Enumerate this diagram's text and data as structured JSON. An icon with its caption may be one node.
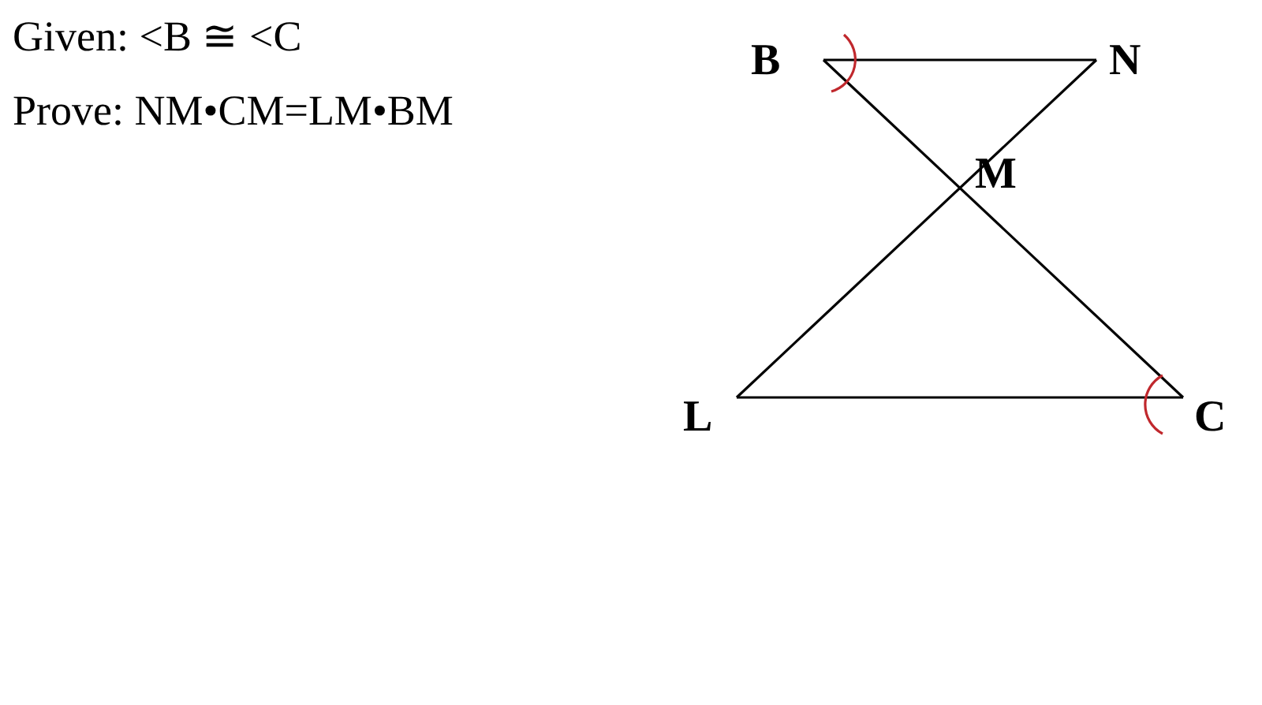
{
  "diagram": {
    "labels": [
      "Given: <B ≅ <C",
      "Prove: NM•CM=LM•BM",
      "B",
      "N",
      "M",
      "L",
      "C"
    ]
  }
}
